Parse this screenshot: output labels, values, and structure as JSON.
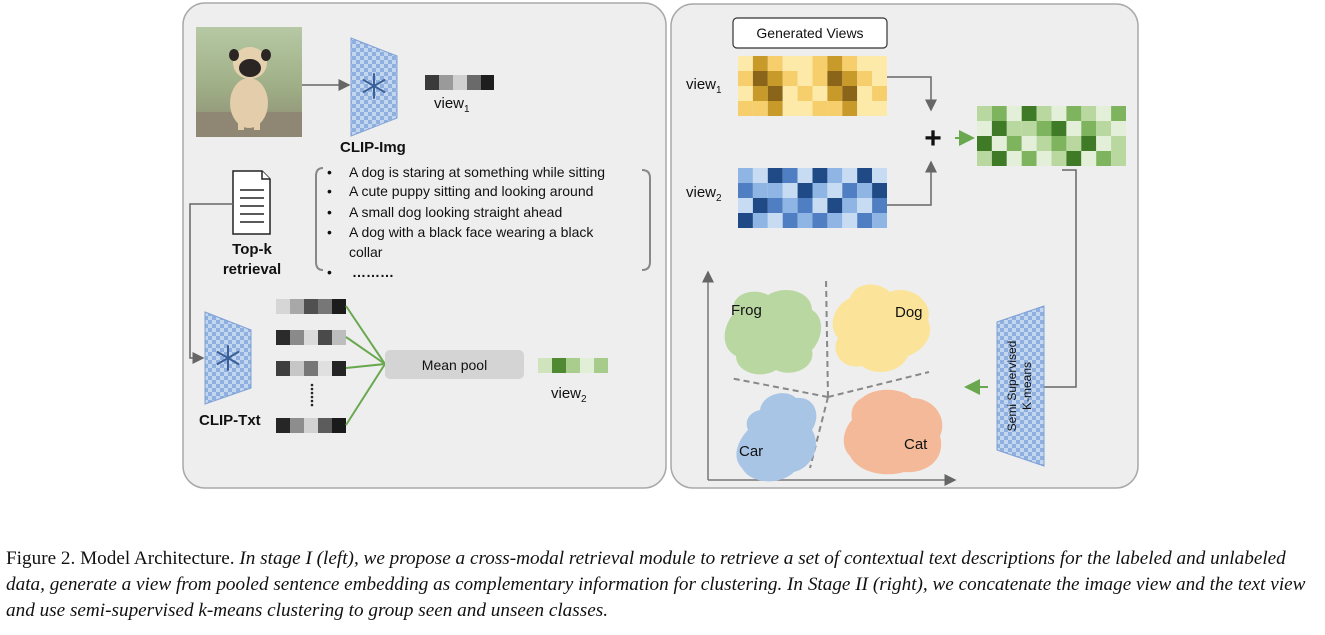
{
  "stage1": {
    "encoder_img_label": "CLIP-Img",
    "encoder_txt_label": "CLIP-Txt",
    "view1_label": "view",
    "view1_sub": "1",
    "view2_label": "view",
    "view2_sub": "2",
    "retrieval_label_1": "Top-k",
    "retrieval_label_2": "retrieval",
    "descriptions": [
      "A dog is staring at something while sitting",
      "A cute puppy sitting and looking around",
      "A small dog looking straight ahead",
      "A dog with a black face wearing a black",
      "collar",
      "………"
    ],
    "ellipsis": "………",
    "mean_pool_label": "Mean pool"
  },
  "stage2": {
    "generated_views_label": "Generated Views",
    "view1_label": "view",
    "view1_sub": "1",
    "view2_label": "view",
    "view2_sub": "2",
    "plus": "+",
    "kmeans_label_1": "Semi Supervised",
    "kmeans_label_2": "K-means",
    "clusters": [
      "Frog",
      "Dog",
      "Car",
      "Cat"
    ]
  },
  "colors": {
    "panel_bg": "#eeeeee",
    "panel_border": "#a9a9a9",
    "arrow": "#666666",
    "green_arrow": "#6aa84f",
    "encoder_blue": "#a9c4ea",
    "frog": "#b9d7a1",
    "dog": "#fbe49a",
    "car": "#a9c5e6",
    "cat": "#f3b998"
  },
  "caption": {
    "label": "Figure 2. Model Architecture.",
    "text": "In stage I (left), we propose a cross-modal retrieval module to retrieve a set of contextual text descriptions for the labeled and unlabeled data, generate a view from pooled sentence embedding as complementary information for clustering. In Stage II (right), we concatenate the image view and the text view and use semi-supervised k-means clustering to group seen and unseen classes."
  }
}
